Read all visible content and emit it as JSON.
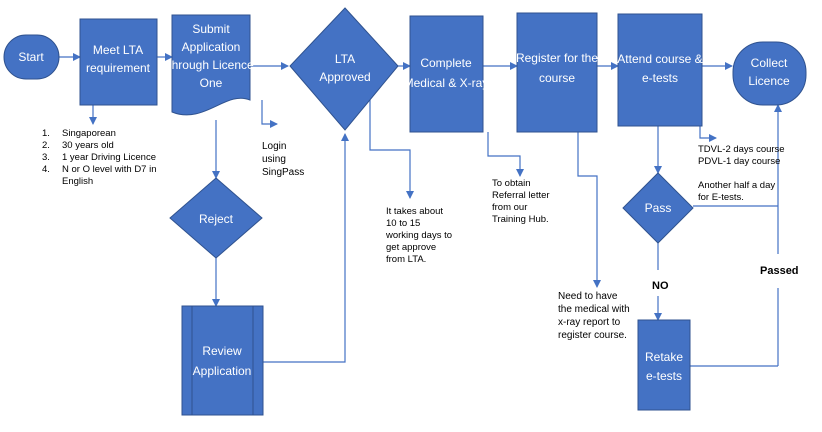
{
  "nodes": {
    "start": "Start",
    "meet_lta": [
      "Meet LTA",
      "requirement"
    ],
    "submit": [
      "Submit",
      "Application",
      "through Licence",
      "One"
    ],
    "lta_approved": [
      "LTA",
      "Approved"
    ],
    "medical": [
      "Complete",
      "Medical & X-ray"
    ],
    "register": [
      "Register for the",
      "course"
    ],
    "attend": [
      "Attend course &",
      "e-tests"
    ],
    "collect": [
      "Collect",
      "Licence"
    ],
    "reject": "Reject",
    "review": [
      "Review",
      "Application"
    ],
    "pass": "Pass",
    "retake": [
      "Retake",
      "e-tests"
    ]
  },
  "notes": {
    "requirements": [
      {
        "num": "1.",
        "text": "Singaporean"
      },
      {
        "num": "2.",
        "text": "30 years old"
      },
      {
        "num": "3.",
        "text": "1 year Driving Licence"
      },
      {
        "num": "4.",
        "text": "N or O level with D7 in"
      },
      {
        "num": "",
        "text": "English"
      }
    ],
    "login": [
      "Login",
      "using",
      "SingPass"
    ],
    "working_days": [
      "It takes about",
      "10 to 15",
      "working days to",
      "get approve",
      "from LTA."
    ],
    "referral": [
      "To obtain",
      "Referral letter",
      "from our",
      "Training Hub."
    ],
    "medical_req": [
      "Need to have",
      "the medical with",
      "x-ray report to",
      "register course."
    ],
    "course_days": [
      "TDVL-2 days course",
      "PDVL-1 day course"
    ],
    "half_day": [
      "Another half a day",
      "for E-tests."
    ],
    "no_label": "NO",
    "passed_label": "Passed"
  }
}
